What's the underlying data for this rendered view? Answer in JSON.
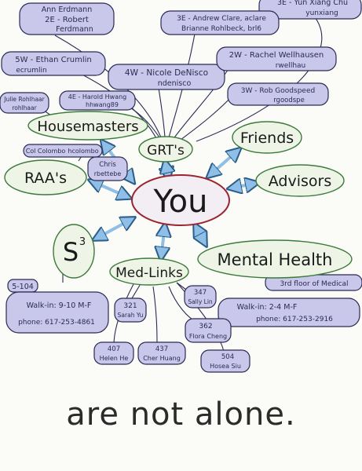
{
  "center": {
    "label": "You"
  },
  "tagline": "are not alone.",
  "hubs": {
    "grts": "GRT's",
    "friends": "Friends",
    "advisors": "Advisors",
    "housemasters": "Housemasters",
    "raas": "RAA's",
    "s3": "S",
    "s3_sup": "3",
    "medlinks": "Med-Links",
    "mental_health": "Mental Health"
  },
  "grt_tutors": [
    {
      "line1": "Ann Erdmann",
      "line2": "2E - Robert",
      "line3": "Ferdmann"
    },
    {
      "line1": "3E - Yun Xiang Chu",
      "line2": "yunxiang"
    },
    {
      "line1": "3E - Andrew Clare, aclare",
      "line2": "Brianne Rohlbeck, brl6"
    },
    {
      "line1": "5W - Ethan Crumlin",
      "line2": "ecrumlin"
    },
    {
      "line1": "4W - Nicole DeNisco",
      "line2": "ndenisco"
    },
    {
      "line1": "2W - Rachel Wellhausen",
      "line2": "rwellhau"
    },
    {
      "line1": "4E - Harold Hwang",
      "line2": "hhwang89"
    },
    {
      "line1": "3W - Rob Goodspeed",
      "line2": "rgoodspe"
    }
  ],
  "housemasters_contacts": [
    {
      "line1": "Julie Rohlhaar",
      "line2": "rohlhaar"
    },
    {
      "line1": "Col Colombo",
      "line2": "hcolombo"
    }
  ],
  "raa_contacts": [
    {
      "line1": "Chris",
      "line2": "rbettebe"
    }
  ],
  "s3_office": {
    "room": "5-104",
    "hours": "Walk-in: 9-10 M-F",
    "phone": "phone: 617-253-4861"
  },
  "mental_health_office": {
    "floor": "3rd floor of Medical",
    "hours": "Walk-in: 2-4 M-F",
    "phone": "phone: 617-253-2916"
  },
  "medlinks_contacts": [
    {
      "room": "321",
      "name": "Sarah Yu"
    },
    {
      "room": "347",
      "name": "Sally Lin"
    },
    {
      "room": "362",
      "name": "Flora Cheng"
    },
    {
      "room": "407",
      "name": "Helen He"
    },
    {
      "room": "437",
      "name": "Cher Huang"
    },
    {
      "room": "504",
      "name": "Hosea Siu"
    }
  ],
  "colors": {
    "ink": "#2a2a55",
    "hub_fill": "#eef5e6",
    "hub_stroke": "#3c7a3c",
    "hub_text": "#2f6f2f",
    "center_fill": "#f3eef4",
    "center_stroke": "#9a2430",
    "pill_fill": "#c9c8ea",
    "pill_stroke": "#2a2a55",
    "arrow": "#8fbfe6",
    "arrow_stroke": "#2a5d8a"
  }
}
